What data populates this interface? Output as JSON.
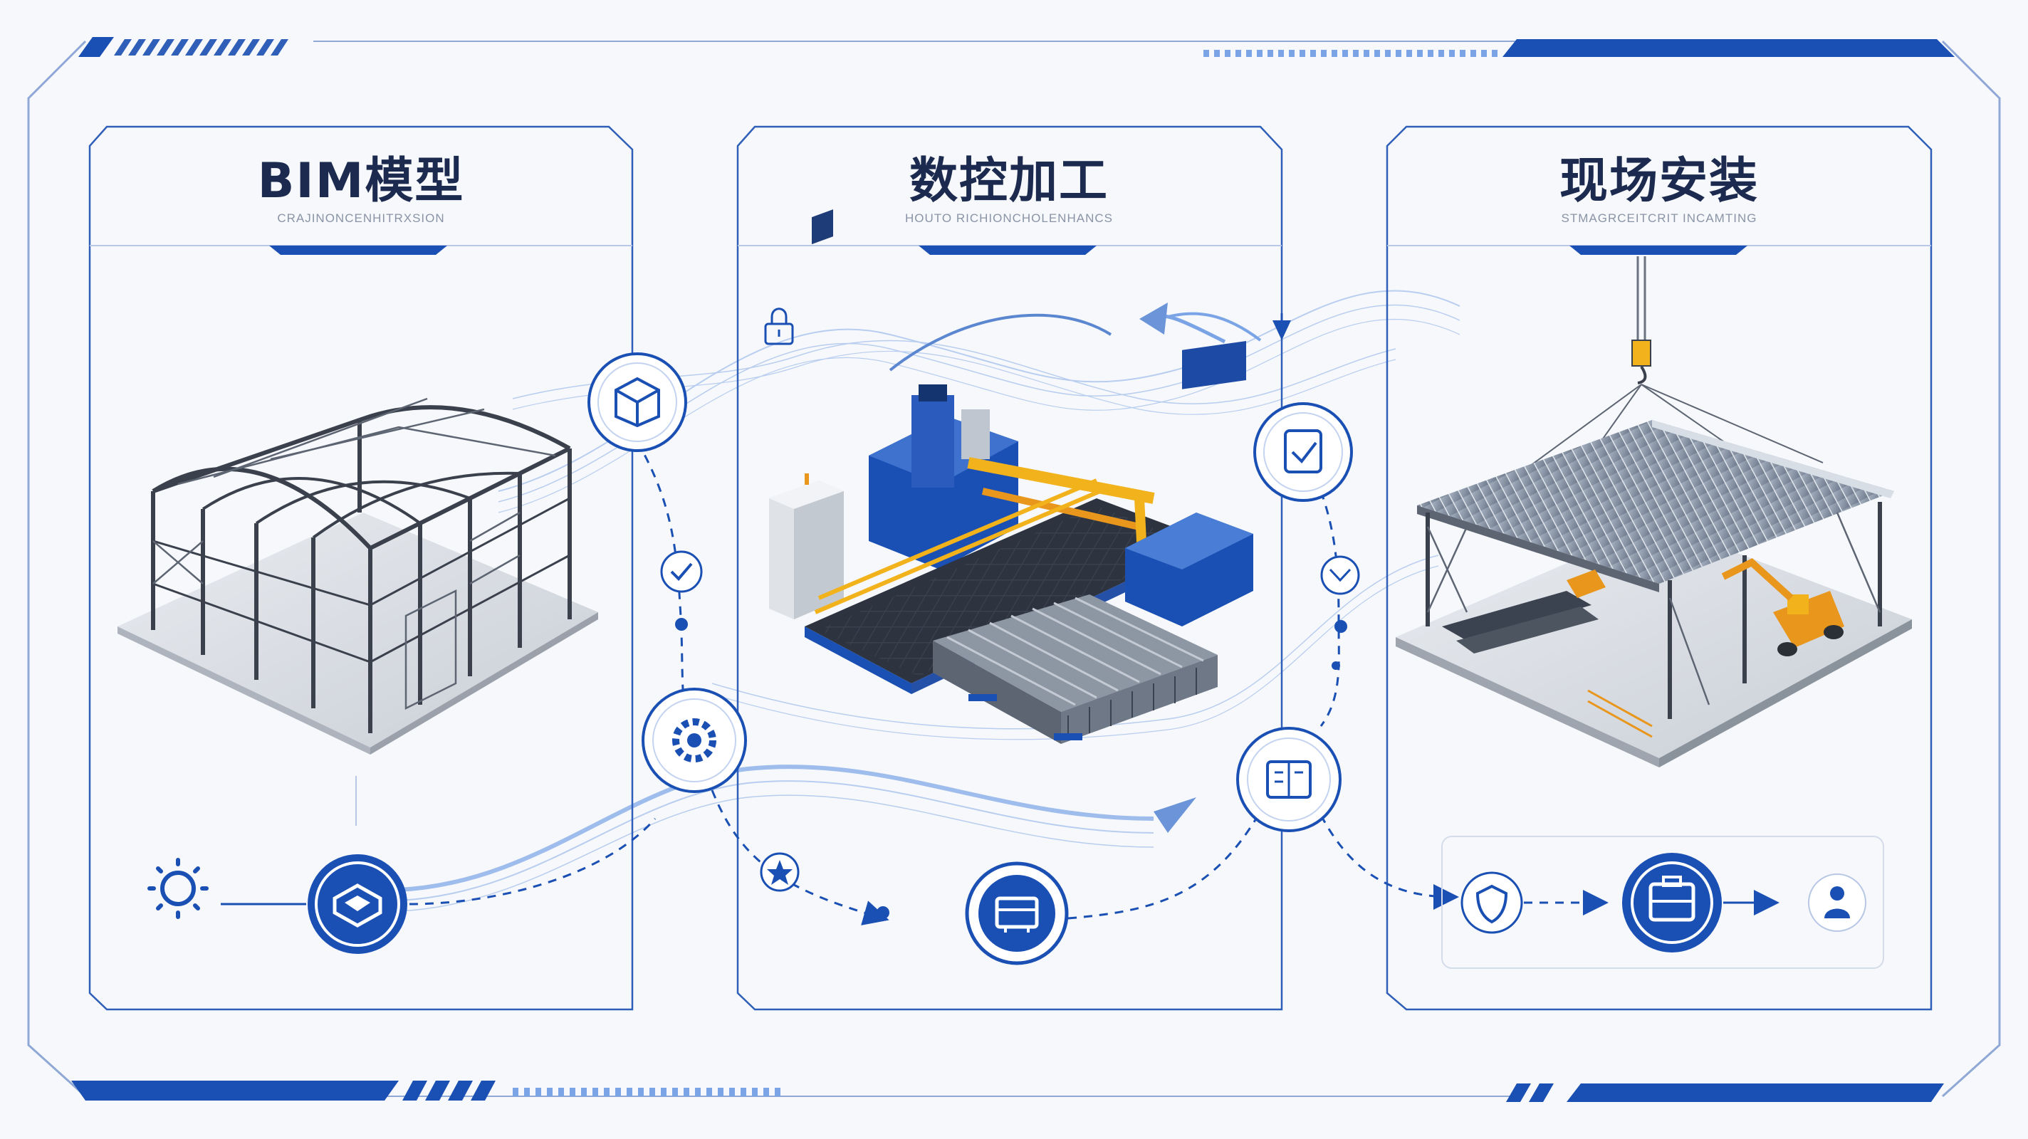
{
  "panels": [
    {
      "title": "BIM模型",
      "subtitle": "CRAJINONCENHITRXSION"
    },
    {
      "title": "数控加工",
      "subtitle": "HOUTO RICHIONCHOLENHANCS"
    },
    {
      "title": "现场安装",
      "subtitle": "STMAGRCEITCRIT INCAMTING"
    }
  ],
  "colors": {
    "brand_blue": "#1a4fb3",
    "light_blue": "#7aa4e6",
    "frame_line": "#2f5fb8",
    "steel": "#5d6573",
    "accent_yellow": "#f2b21b",
    "accent_orange": "#e8961c"
  },
  "icons": [
    "cube-icon",
    "check-badge-icon",
    "gear-icon",
    "star-icon",
    "document-check-icon",
    "chevron-down-icon",
    "dot-icon",
    "document-cycle-icon",
    "layers-icon",
    "machine-icon",
    "shield-icon",
    "storage-icon",
    "user-lock-icon",
    "lock-icon",
    "sun-gear-icon"
  ]
}
